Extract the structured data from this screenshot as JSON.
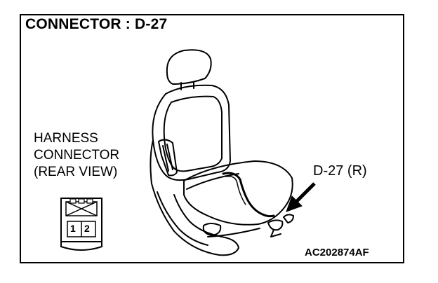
{
  "title": "CONNECTOR : D-27",
  "harness_label": [
    "HARNESS",
    "CONNECTOR",
    "(REAR VIEW)"
  ],
  "connector_label": "D-27 (R)",
  "figure_code": "AC202874AF",
  "pin_numbers": [
    "1",
    "2"
  ]
}
